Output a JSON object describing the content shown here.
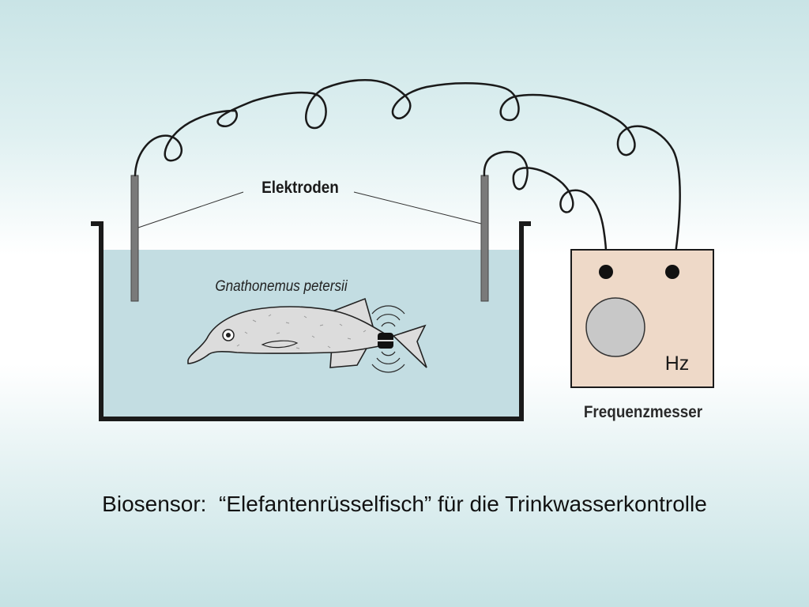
{
  "diagram": {
    "electrodes_label": "Elektroden",
    "species_label": "Gnathonemus petersii",
    "meter_label": "Frequenzmesser",
    "meter_unit": "Hz",
    "caption": "Biosensor:  “Elefantenrüsselfisch” für die Trinkwasserkontrolle"
  },
  "colors": {
    "water": "#c3dde2",
    "meter_box": "#eed9c8",
    "meter_dial": "#c8c8c8",
    "fish_body": "#dcdcdc",
    "electrode": "#7a7a7a",
    "outline": "#1a1a1a"
  },
  "icons": {
    "signal": "concentric-arcs"
  }
}
